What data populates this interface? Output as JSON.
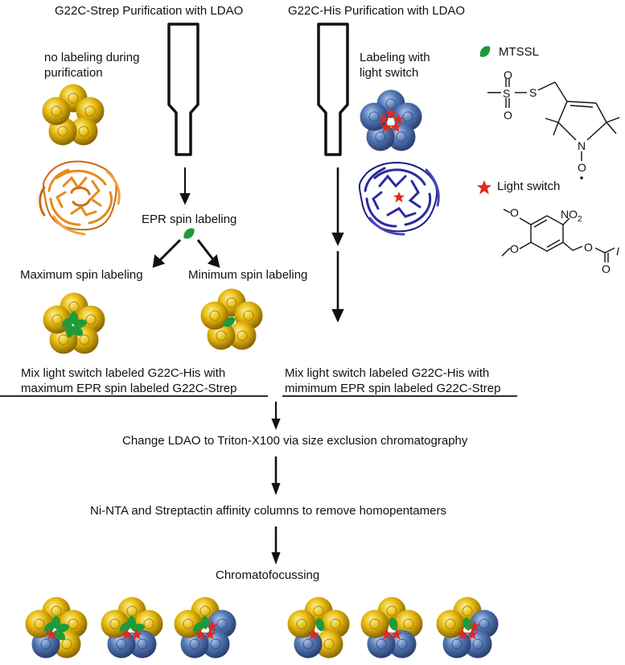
{
  "columns": {
    "strep_title": "G22C-Strep Purification with LDAO",
    "his_title": "G22C-His Purification with LDAO"
  },
  "left_labels": {
    "no_labeling_line1": "no labeling during",
    "no_labeling_line2": "purification"
  },
  "right_labels": {
    "labeling_line1": "Labeling with",
    "labeling_line2": "light switch"
  },
  "legend": {
    "mtssl": "MTSSL",
    "light_switch": "Light switch",
    "mtssl_atom_S1": "S",
    "mtssl_atom_S2": "S",
    "mtssl_atom_O1": "O",
    "mtssl_atom_O2": "O",
    "mtssl_atom_N": "N",
    "mtssl_atom_O3": "O",
    "ls_atom_O1": "O",
    "ls_atom_O2": "O",
    "ls_atom_NO2": "NO",
    "ls_atom_NO2_sub": "2",
    "ls_atom_O3": "O",
    "ls_atom_O4": "O",
    "ls_atom_I": "I"
  },
  "steps": {
    "epr": "EPR spin labeling",
    "max": "Maximum spin labeling",
    "min": "Minimum spin labeling",
    "mix_left_1": "Mix light switch labeled G22C-His with",
    "mix_left_2": "maximum EPR spin labeled G22C-Strep",
    "mix_right_1": "Mix light switch labeled G22C-His with",
    "mix_right_2": "mimimum EPR spin labeled G22C-Strep",
    "change": "Change LDAO to Triton-X100 via size exclusion chromatography",
    "nta": "Ni-NTA and Streptactin affinity columns to remove homopentamers",
    "chromato": "Chromatofocussing"
  },
  "colors": {
    "gold": "#e1b400",
    "blue": "#4f74b0",
    "green": "#1f9a3b",
    "red": "#e02a1e",
    "orange": "#e88a1a",
    "navy": "#2c2aa0"
  }
}
